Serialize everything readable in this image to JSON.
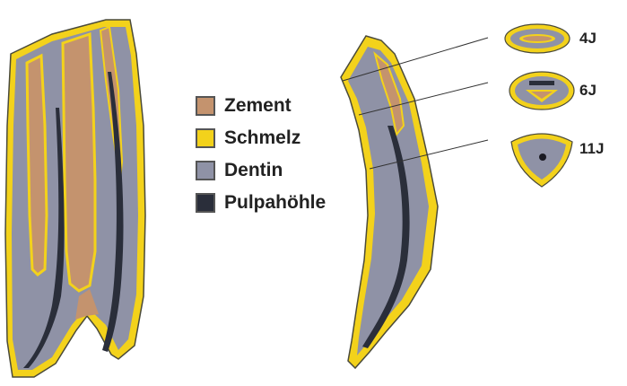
{
  "legend": [
    {
      "label": "Zement",
      "color": "#c4936e"
    },
    {
      "label": "Schmelz",
      "color": "#f3d21b"
    },
    {
      "label": "Dentin",
      "color": "#8f92a6"
    },
    {
      "label": "Pulpahöhle",
      "color": "#2a2e3a"
    }
  ],
  "sections": [
    {
      "label": "4J"
    },
    {
      "label": "6J"
    },
    {
      "label": "11J"
    }
  ]
}
